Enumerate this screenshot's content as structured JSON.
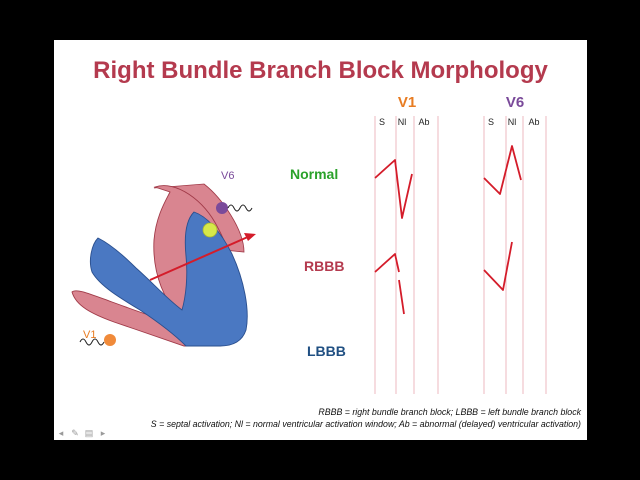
{
  "slide": {
    "title": "Right Bundle Branch Block Morphology",
    "leads": [
      {
        "name": "V1",
        "color": "#e87c22"
      },
      {
        "name": "V6",
        "color": "#7a4a9a"
      }
    ],
    "columns": [
      "S",
      "Nl",
      "Ab"
    ],
    "rows": [
      {
        "label": "Normal",
        "color": "#2aa22a"
      },
      {
        "label": "RBBB",
        "color": "#b43a4e"
      },
      {
        "label": "LBBB",
        "color": "#1f4f82"
      }
    ],
    "diagram_labels": {
      "v6": "V6",
      "v1": "V1"
    },
    "footnote": {
      "line1": "RBBB = right bundle branch block; LBBB = left bundle branch block",
      "line2": "S = septal activation; Nl = normal ventricular activation window; Ab = abnormal (delayed) ventricular activation)"
    }
  },
  "colors": {
    "title": "#b43a4e",
    "ventricle_wall": "#d98590",
    "septum": "#4a78c2",
    "vector_arrow": "#d41c2a",
    "trace": "#d41c2a",
    "v1_electrode": "#f08a3a",
    "v6_electrode": "#7a4a9a",
    "activation_dot": "#d6e84a",
    "grid_line": "#e8a8b0"
  },
  "player_controls": [
    "prev-icon",
    "pen-icon",
    "menu-icon",
    "next-icon"
  ]
}
